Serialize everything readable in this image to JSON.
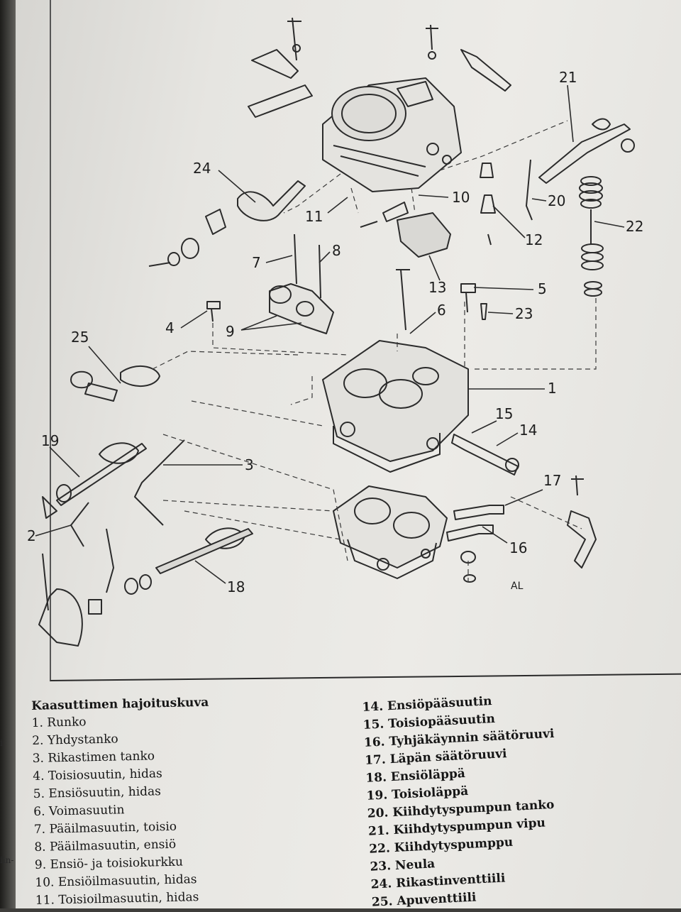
{
  "figure": {
    "callouts": [
      {
        "num": "21"
      },
      {
        "num": "24"
      },
      {
        "num": "20"
      },
      {
        "num": "22"
      },
      {
        "num": "10"
      },
      {
        "num": "11"
      },
      {
        "num": "12"
      },
      {
        "num": "7"
      },
      {
        "num": "8"
      },
      {
        "num": "13"
      },
      {
        "num": "5"
      },
      {
        "num": "6"
      },
      {
        "num": "23"
      },
      {
        "num": "4"
      },
      {
        "num": "9"
      },
      {
        "num": "25"
      },
      {
        "num": "1"
      },
      {
        "num": "15"
      },
      {
        "num": "14"
      },
      {
        "num": "19"
      },
      {
        "num": "3"
      },
      {
        "num": "2"
      },
      {
        "num": "17"
      },
      {
        "num": "16"
      },
      {
        "num": "18"
      }
    ],
    "credit": "AL"
  },
  "legend": {
    "title": "Kaasuttimen hajoituskuva",
    "col1": [
      "1. Runko",
      "2. Yhdystanko",
      "3. Rikastimen tanko",
      "4. Toisiosuutin, hidas",
      "5. Ensiösuutin, hidas",
      "6. Voimasuutin",
      "7. Pääilmasuutin, toisio",
      "8. Pääilmasuutin, ensiö",
      "9. Ensiö- ja toisiokurkku",
      "10. Ensiöilmasuutin, hidas",
      "11. Toisioilmasuutin, hidas"
    ],
    "col2": [
      "14. Ensiöpääsuutin",
      "15. Toisiopääsuutin",
      "16. Tyhjäkäynnin säätöruuvi",
      "17. Läpän säätöruuvi",
      "18. Ensiöläppä",
      "19. Toisioläppä",
      "20. Kiihdytyspumpun tanko",
      "21. Kiihdytyspumpun vipu",
      "22. Kiihdytyspumppu",
      "23. Neula",
      "24. Rikastinventtiili",
      "25. Apuventtiili"
    ]
  },
  "edge_text": [
    "i",
    "iin-"
  ]
}
